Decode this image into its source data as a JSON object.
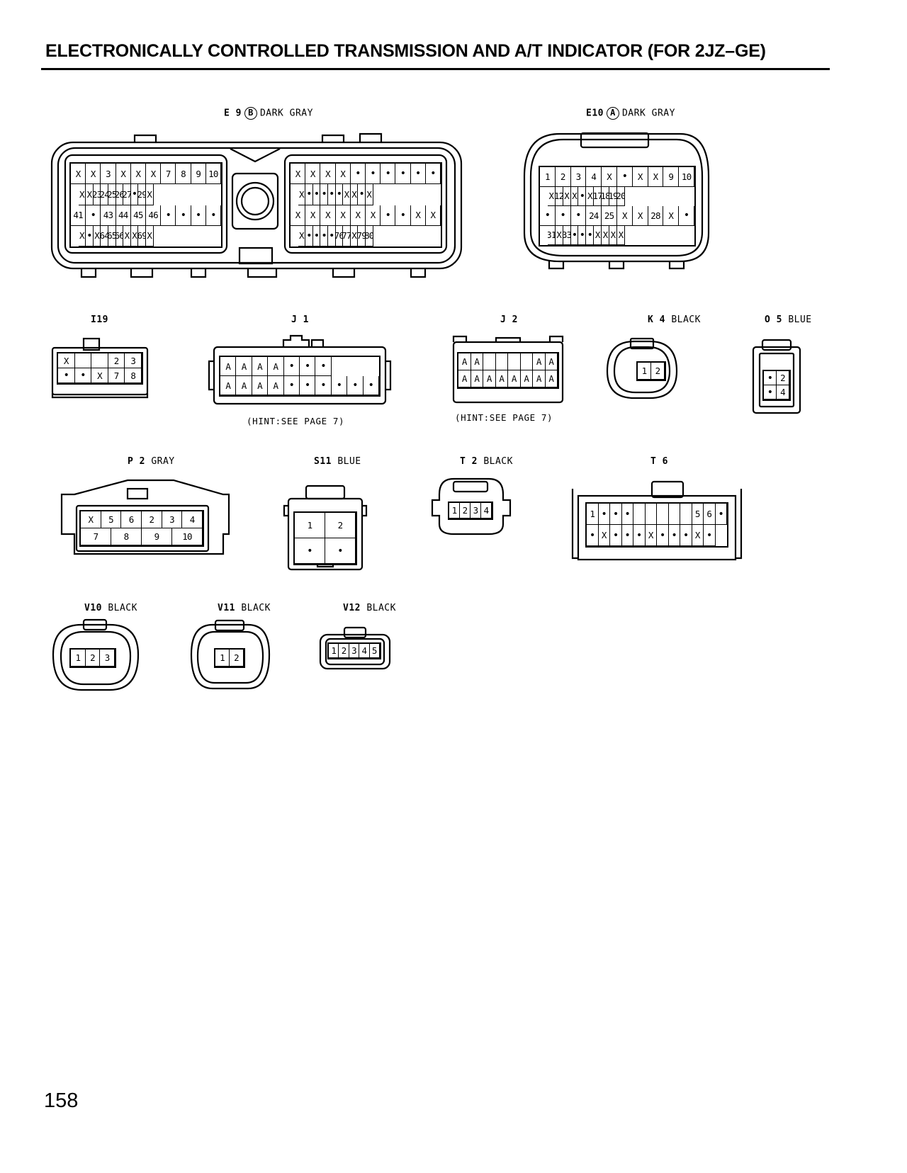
{
  "page": {
    "title": "ELECTRONICALLY CONTROLLED TRANSMISSION AND A/T INDICATOR (FOR 2JZ–GE)",
    "page_number": "158",
    "hint_j1": "(HINT:SEE PAGE 7)",
    "hint_j2": "(HINT:SEE PAGE 7)"
  },
  "connectors": {
    "E9": {
      "code": "E 9",
      "badge": "B",
      "color": "DARK GRAY"
    },
    "E10": {
      "code": "E10",
      "badge": "A",
      "color": "DARK GRAY"
    },
    "I19": {
      "code": "I19",
      "color": ""
    },
    "J1": {
      "code": "J 1",
      "color": ""
    },
    "J2": {
      "code": "J 2",
      "color": ""
    },
    "K4": {
      "code": "K 4",
      "color": "BLACK"
    },
    "O5": {
      "code": "O 5",
      "color": "BLUE"
    },
    "P2": {
      "code": "P 2",
      "color": "GRAY"
    },
    "S11": {
      "code": "S11",
      "color": "BLUE"
    },
    "T2": {
      "code": "T 2",
      "color": "BLACK"
    },
    "T6": {
      "code": "T 6",
      "color": ""
    },
    "V10": {
      "code": "V10",
      "color": "BLACK"
    },
    "V11": {
      "code": "V11",
      "color": "BLACK"
    },
    "V12": {
      "code": "V12",
      "color": "BLACK"
    }
  },
  "pins": {
    "e9_left": [
      [
        "X",
        "X",
        "3",
        "X",
        "X",
        "X",
        "7",
        "8",
        "9",
        "10"
      ],
      [
        "",
        "X",
        "X",
        "23",
        "24",
        "25",
        "26",
        "27",
        "•",
        "29",
        "X"
      ],
      [
        "41",
        "•",
        "43",
        "44",
        "45",
        "46",
        "•",
        "•",
        "•",
        "•"
      ],
      [
        "",
        "X",
        "•",
        "X",
        "64",
        "65",
        "66",
        "X",
        "X",
        "69",
        "X"
      ]
    ],
    "e9_right": [
      [
        "X",
        "X",
        "X",
        "X",
        "•",
        "•",
        "•",
        "•",
        "•",
        "•"
      ],
      [
        "",
        "X",
        "•",
        "•",
        "•",
        "•",
        "•",
        "X",
        "X",
        "•",
        "X"
      ],
      [
        "X",
        "X",
        "X",
        "X",
        "X",
        "X",
        "•",
        "•",
        "X",
        "X"
      ],
      [
        "",
        "X",
        "•",
        "•",
        "•",
        "•",
        "76",
        "77",
        "X",
        "79",
        "80"
      ]
    ],
    "e10": [
      [
        "1",
        "2",
        "3",
        "4",
        "X",
        "•",
        "X",
        "X",
        "9",
        "10"
      ],
      [
        "",
        "X",
        "12",
        "X",
        "X",
        "•",
        "X",
        "17",
        "18",
        "19",
        "20"
      ],
      [
        "•",
        "•",
        "•",
        "24",
        "25",
        "X",
        "X",
        "28",
        "X",
        "•"
      ],
      [
        "",
        "31",
        "X",
        "33",
        "•",
        "•",
        "•",
        "X",
        "X",
        "X",
        "X"
      ]
    ],
    "i19": [
      [
        "X",
        "",
        "",
        "2",
        "3"
      ],
      [
        "•",
        "•",
        "X",
        "7",
        "8"
      ]
    ],
    "j1": [
      [
        "A",
        "A",
        "A",
        "A",
        "•",
        "•",
        "•"
      ],
      [
        "A",
        "A",
        "A",
        "A",
        "•",
        "•",
        "•",
        "•",
        "•",
        "•"
      ]
    ],
    "j2": [
      [
        "A",
        "A",
        "",
        "",
        "",
        "",
        "A",
        "A"
      ],
      [
        "A",
        "A",
        "A",
        "A",
        "A",
        "A",
        "A",
        "A"
      ]
    ],
    "k4": [
      "1",
      "2"
    ],
    "o5": [
      [
        "•",
        "2"
      ],
      [
        "•",
        "4"
      ]
    ],
    "p2": [
      [
        "X",
        "5",
        "6",
        "2",
        "3",
        "4"
      ],
      [
        "7",
        "8",
        "9",
        "10"
      ]
    ],
    "s11": [
      [
        "1",
        "2"
      ],
      [
        "•",
        "•"
      ]
    ],
    "t2": [
      "1",
      "2",
      "3",
      "4"
    ],
    "t6": [
      [
        "1",
        "•",
        "•",
        "•",
        "",
        "",
        "",
        "",
        "",
        "5",
        "6",
        "•"
      ],
      [
        "•",
        "X",
        "•",
        "•",
        "•",
        "X",
        "•",
        "•",
        "•",
        "X",
        "•"
      ]
    ],
    "v10": [
      "1",
      "2",
      "3"
    ],
    "v11": [
      "1",
      "2"
    ],
    "v12": [
      "1",
      "2",
      "3",
      "4",
      "5"
    ]
  }
}
